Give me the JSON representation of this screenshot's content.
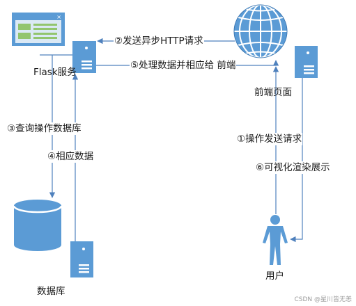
{
  "nodes": {
    "flask": {
      "label": "Flask服务"
    },
    "frontend": {
      "label": "前端页面"
    },
    "database": {
      "label": "数据库"
    },
    "user": {
      "label": "用户"
    }
  },
  "edges": {
    "e1": {
      "label": "①操作发送请求"
    },
    "e2": {
      "label": "②发送异步HTTP请求"
    },
    "e3": {
      "label": "③查询操作数据库"
    },
    "e4": {
      "label": "④相应数据"
    },
    "e5": {
      "label": "⑤处理数据并相应给 前端"
    },
    "e6": {
      "label": "⑥可视化渲染展示"
    }
  },
  "watermark": "CSDN @星川皆无恙",
  "colors": {
    "icon_blue": "#5b9bd5",
    "line_blue": "#4f81bd",
    "monitor_green": "#92c56e"
  }
}
